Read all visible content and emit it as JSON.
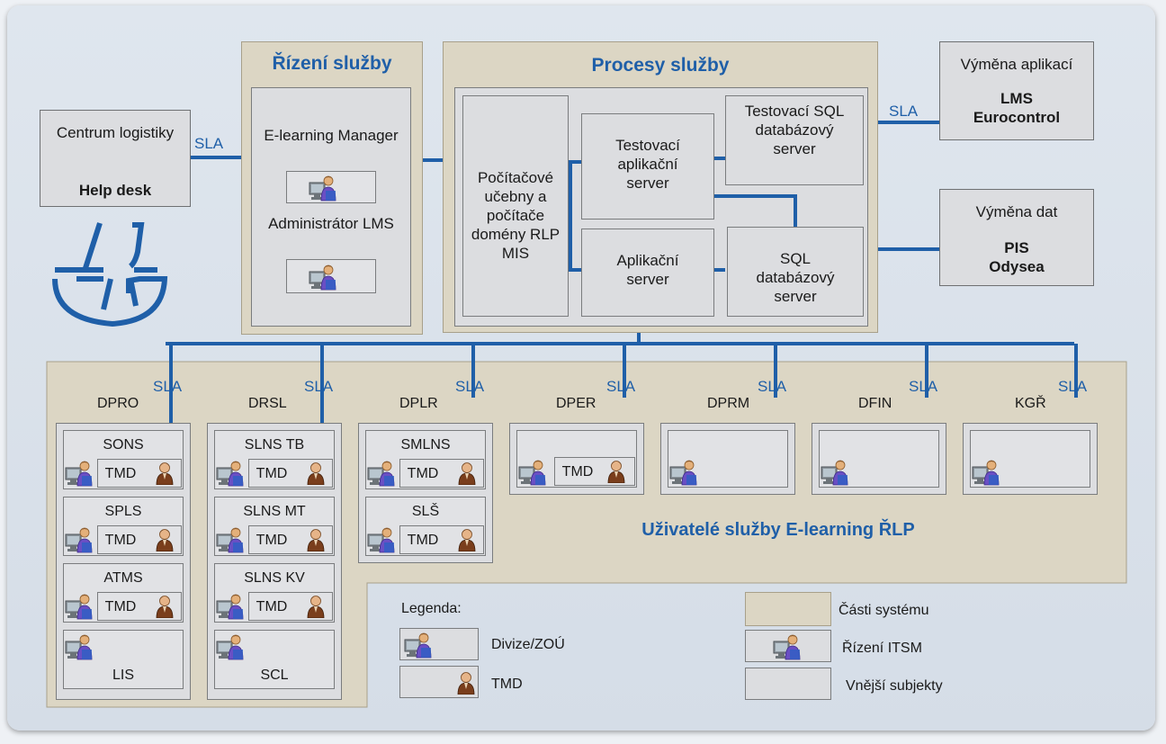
{
  "blocks": {
    "rizeni": {
      "title": "Řízení služby",
      "manager": "E-learning Manager",
      "admin": "Administrátor LMS"
    },
    "procesy": {
      "title": "Procesy služby",
      "ucebny": "Počítačové učebny a počítače domény RLP MIS",
      "test_app": "Testovací aplikační server",
      "test_sql": "Testovací SQL databázový server",
      "app": "Aplikační server",
      "sql": "SQL databázový server"
    },
    "centrum": {
      "line1": "Centrum logistiky",
      "line2": "Help desk"
    },
    "vymena_aplikaci": {
      "title": "Výměna aplikací",
      "name": "LMS Eurocontrol"
    },
    "vymena_dat": {
      "title": "Výměna dat",
      "name": "PIS Odysea"
    }
  },
  "sla": "SLA",
  "users_title": "Uživatelé služby E-learning ŘLP",
  "tmd": "TMD",
  "divisions": [
    {
      "name": "DPRO",
      "units": [
        "SONS",
        "SPLS",
        "ATMS"
      ],
      "last": "LIS"
    },
    {
      "name": "DRSL",
      "units": [
        "SLNS TB",
        "SLNS MT",
        "SLNS KV"
      ],
      "last": "SCL"
    },
    {
      "name": "DPLR",
      "units": [
        "SMLNS",
        "SLŠ"
      ]
    },
    {
      "name": "DPER"
    },
    {
      "name": "DPRM"
    },
    {
      "name": "DFIN"
    },
    {
      "name": "KGŘ"
    }
  ],
  "legend": {
    "title": "Legenda:",
    "divize": "Divize/ZOÚ",
    "tmd": "TMD",
    "casti": "Části systému",
    "rizeni": "Řízení ITSM",
    "vnejsi": "Vnější subjekty"
  },
  "colors": {
    "blue": "#1f5fa8",
    "tan": "#dcd6c4",
    "gray": "#dcdde0"
  },
  "icons": [
    "computer-user-icon",
    "tmd-person-icon",
    "airplane-logo-icon"
  ]
}
